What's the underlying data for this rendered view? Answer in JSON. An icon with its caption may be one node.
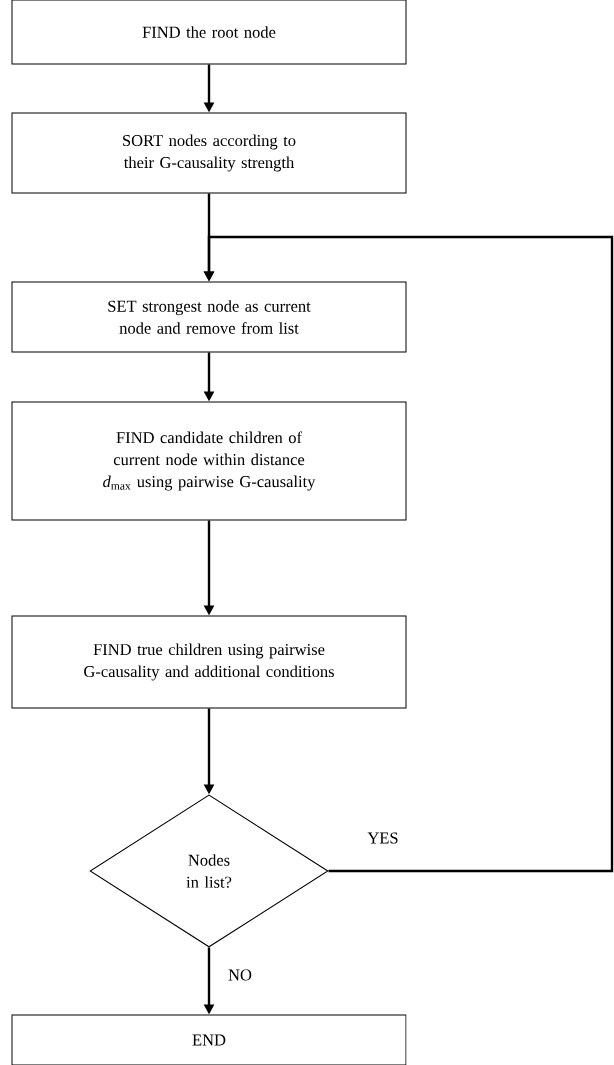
{
  "diagram": {
    "nodes": [
      {
        "text": [
          "FIND the root node"
        ]
      },
      {
        "text": [
          "SORT nodes according to their G-causality strength"
        ]
      },
      {
        "text": [
          "SET strongest node as current node and remove from list"
        ]
      },
      {
        "text": [
          "FIND candidate children of current node within distance *d*$_{max}$ using pairwise G-causality"
        ]
      },
      {
        "text": [
          "FIND true children using pairwise G-causality and additional conditions"
        ]
      },
      {
        "text": [
          "Nodes in list?"
        ]
      },
      {
        "text": [
          "END"
        ]
      }
    ],
    "edges": [
      {
        "from": 0,
        "to": 1,
        "arrow": "to"
      },
      {
        "from": 1,
        "to": 2,
        "arrow": "to"
      },
      {
        "from": 2,
        "to": 3,
        "arrow": "to"
      },
      {
        "from": 3,
        "to": 4,
        "arrow": "to"
      },
      {
        "from": 4,
        "to": 5,
        "arrow": "to"
      },
      {
        "from": 5,
        "to": 2,
        "arrow": "to",
        "label": "YES"
      },
      {
        "from": 5,
        "to": 6,
        "arrow": "to",
        "label": "NO"
      }
    ]
  }
}
